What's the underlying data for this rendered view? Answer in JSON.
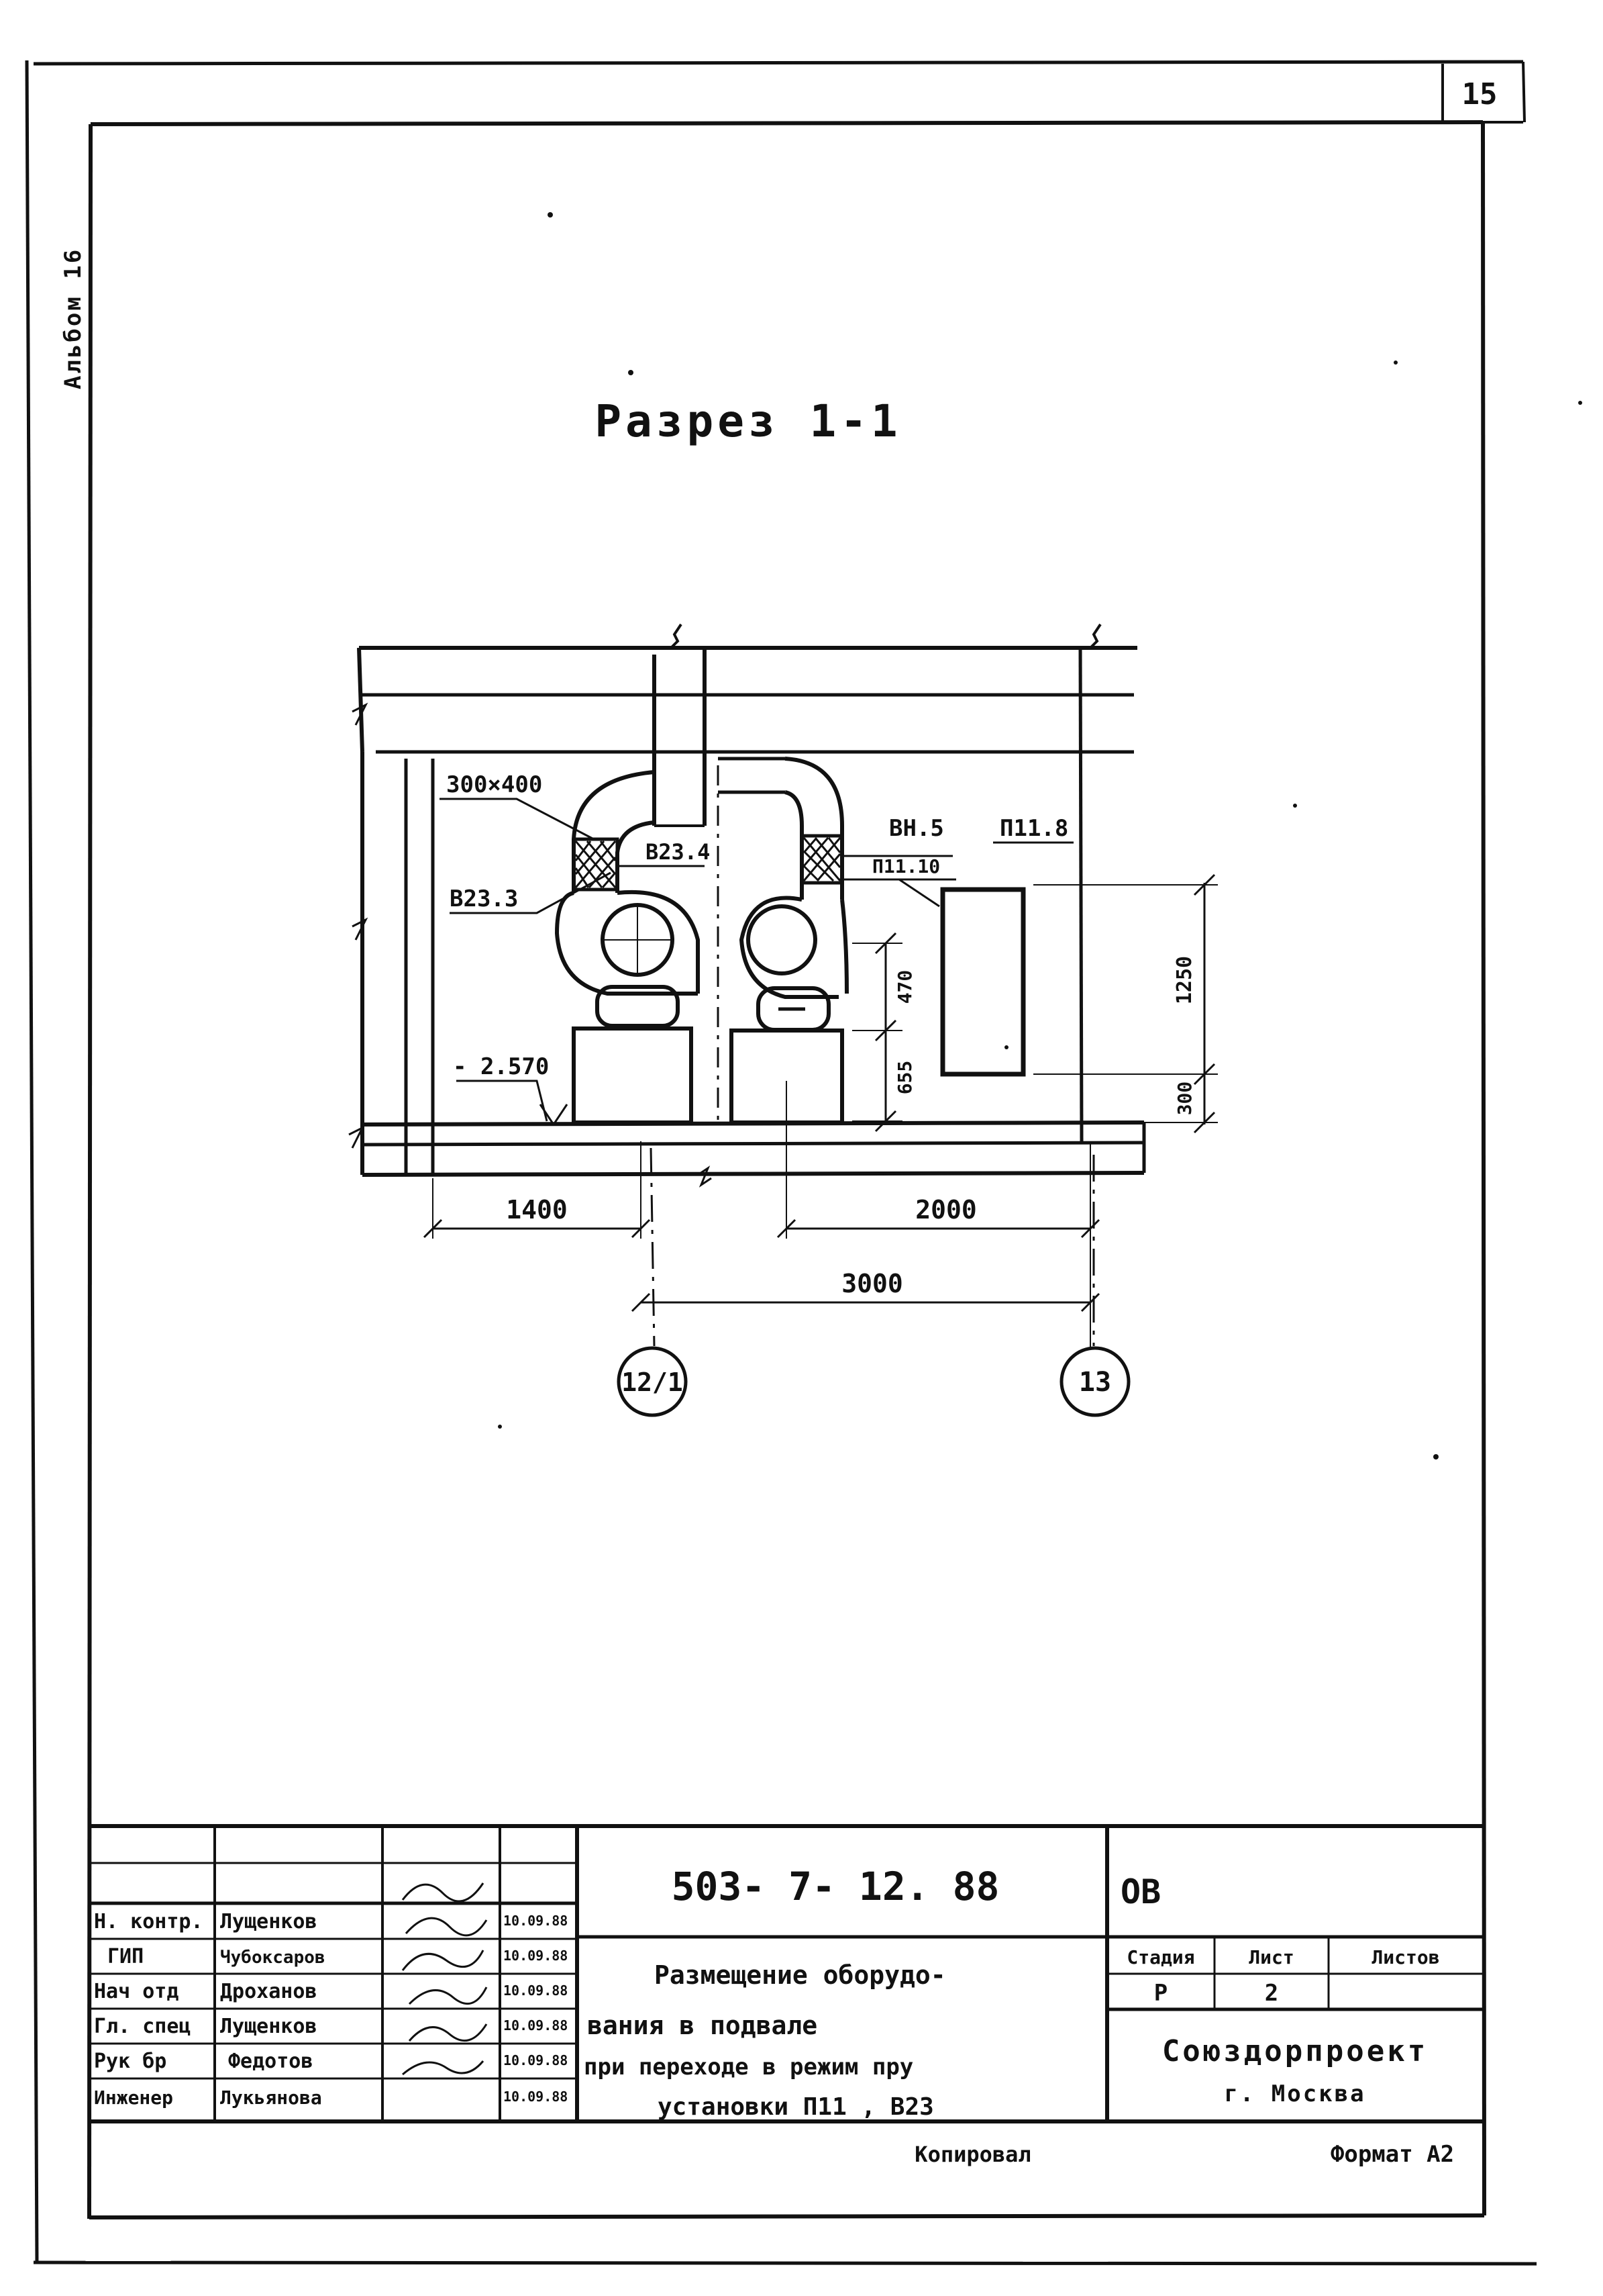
{
  "sheet": {
    "page_number": "15",
    "album_label": "Альбом 16",
    "section_title": "Разрез 1-1"
  },
  "drawing": {
    "duct_size": "300×400",
    "equipment_labels": [
      "В23.4",
      "В23.3",
      "ВН.5",
      "П11.8",
      "П11.10"
    ],
    "elevation": "- 2.570",
    "vertical_dims": [
      "470",
      "655",
      "1250",
      "300"
    ],
    "horizontal_dims": [
      "1400",
      "2000",
      "3000"
    ],
    "axes": [
      "12/1",
      "13"
    ]
  },
  "title_block": {
    "document_code": "503- 7- 12. 88",
    "section_code": "ОВ",
    "title_lines": [
      "Размещение оборудо-",
      "вания  в  подвале",
      "при переходе в режим пру",
      "установки  П11 , В23"
    ],
    "stage_header": "Стадия",
    "sheet_header": "Лист",
    "sheets_header": "Листов",
    "stage": "Р",
    "sheet": "2",
    "sheets": "",
    "organization": "Союздорпроект",
    "city": "г. Москва",
    "signatures": [
      {
        "role": "Н. контр.",
        "name": "Лущенков",
        "date": "10.09.88"
      },
      {
        "role": "ГИП",
        "name": "Чубоксаров",
        "date": "10.09.88"
      },
      {
        "role": "Нач отд",
        "name": "Дроханов",
        "date": "10.09.88"
      },
      {
        "role": "Гл. спец",
        "name": "Лущенков",
        "date": "10.09.88"
      },
      {
        "role": "Рук бр",
        "name": "Федотов",
        "date": "10.09.88"
      },
      {
        "role": "Инженер",
        "name": "Лукьянова",
        "date": "10.09.88"
      }
    ]
  },
  "footer": {
    "copied": "Копировал",
    "format": "Формат А2"
  }
}
